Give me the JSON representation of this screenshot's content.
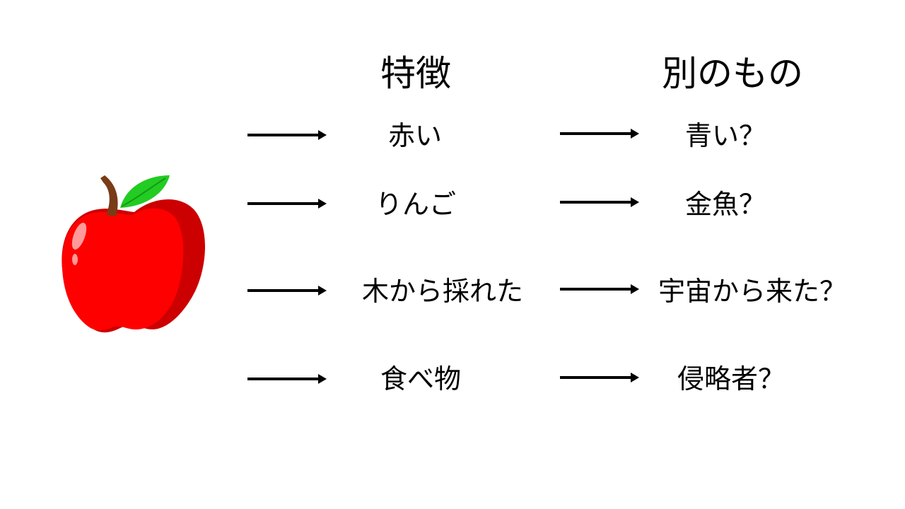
{
  "headings": {
    "features": "特徴",
    "other": "別のもの"
  },
  "rows": [
    {
      "feature": "赤い",
      "other": "青い？"
    },
    {
      "feature": "りんご",
      "other": "金魚？"
    },
    {
      "feature": "木から採れた",
      "other": "宇宙から来た？"
    },
    {
      "feature": "食べ物",
      "other": "侵略者？"
    }
  ],
  "colors": {
    "apple_red": "#ff0000",
    "apple_shadow": "#cc0000",
    "leaf_green": "#22cc22",
    "stem_brown": "#7a3b17",
    "arrow": "#000000"
  },
  "icons": {
    "apple": "apple-icon",
    "arrow": "right-arrow-icon"
  }
}
